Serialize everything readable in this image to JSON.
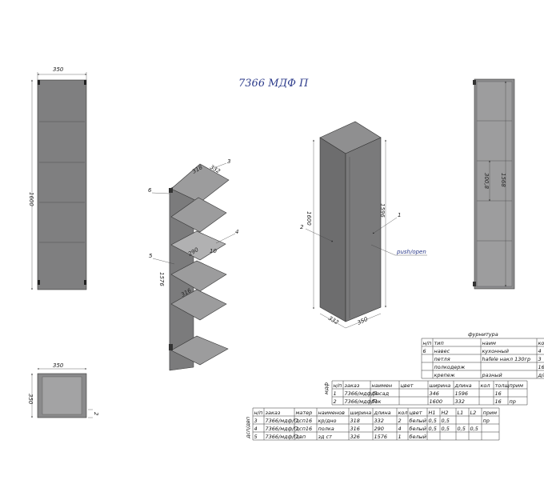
{
  "title": "7366 МДФ П",
  "front_view": {
    "width": "350",
    "height": "1600"
  },
  "top_view": {
    "width": "350",
    "depth": "350",
    "small": "2"
  },
  "exploded": {
    "top_width": "318",
    "top_depth": "332",
    "shelf_w": "290",
    "shelf_d": "316",
    "side_h": "1576",
    "shelf_small": "10",
    "callouts": [
      "3",
      "4",
      "5",
      "6"
    ]
  },
  "iso": {
    "height_left": "1600",
    "height_right": "1596",
    "width": "332",
    "depth": "350",
    "callout_1": "1",
    "callout_2": "2",
    "push_label": "push/open"
  },
  "side_view": {
    "inner": "300,8",
    "total": "1568"
  },
  "hardware_table": {
    "title": "фурнитура",
    "headers": [
      "н/п",
      "тип",
      "наим",
      "кол"
    ],
    "rows": [
      [
        "6",
        "навес",
        "кухонный",
        "4"
      ],
      [
        "",
        "петля",
        "hafele накл 130гр",
        "3"
      ],
      [
        "",
        "полкодерж",
        "",
        "16"
      ],
      [
        "",
        "крепеж",
        "разный",
        "д/к"
      ]
    ]
  },
  "facade_table": {
    "side_label": "мдф",
    "headers": [
      "н/п",
      "заказ",
      "наимен",
      "цвет",
      "ширина",
      "длина",
      "кол",
      "толщ",
      "прим"
    ],
    "rows": [
      [
        "1",
        "7366/мдф/П",
        "фасад",
        "",
        "346",
        "1596",
        "",
        "16",
        ""
      ],
      [
        "2",
        "7366/мдф/П",
        "бок",
        "",
        "1600",
        "332",
        "",
        "16",
        "пр"
      ]
    ]
  },
  "panel_table": {
    "side_label": "дсп/двп",
    "headers": [
      "н/п",
      "заказ",
      "матер",
      "наименов",
      "ширина",
      "длина",
      "кол",
      "цвет",
      "H1",
      "H2",
      "L1",
      "L2",
      "прим"
    ],
    "rows": [
      [
        "3",
        "7366/мдф/П",
        "дсп16",
        "кр/дно",
        "318",
        "332",
        "2",
        "белый",
        "0,5",
        "0,5",
        "",
        "",
        "пр"
      ],
      [
        "4",
        "7366/мдф/П",
        "дсп16",
        "полка",
        "316",
        "290",
        "4",
        "белый",
        "0,5",
        "0,5",
        "0,5",
        "0,5",
        ""
      ],
      [
        "5",
        "7366/мдф/П",
        "двп",
        "зд ст",
        "326",
        "1576",
        "1",
        "белый",
        "",
        "",
        "",
        "",
        ""
      ]
    ]
  }
}
